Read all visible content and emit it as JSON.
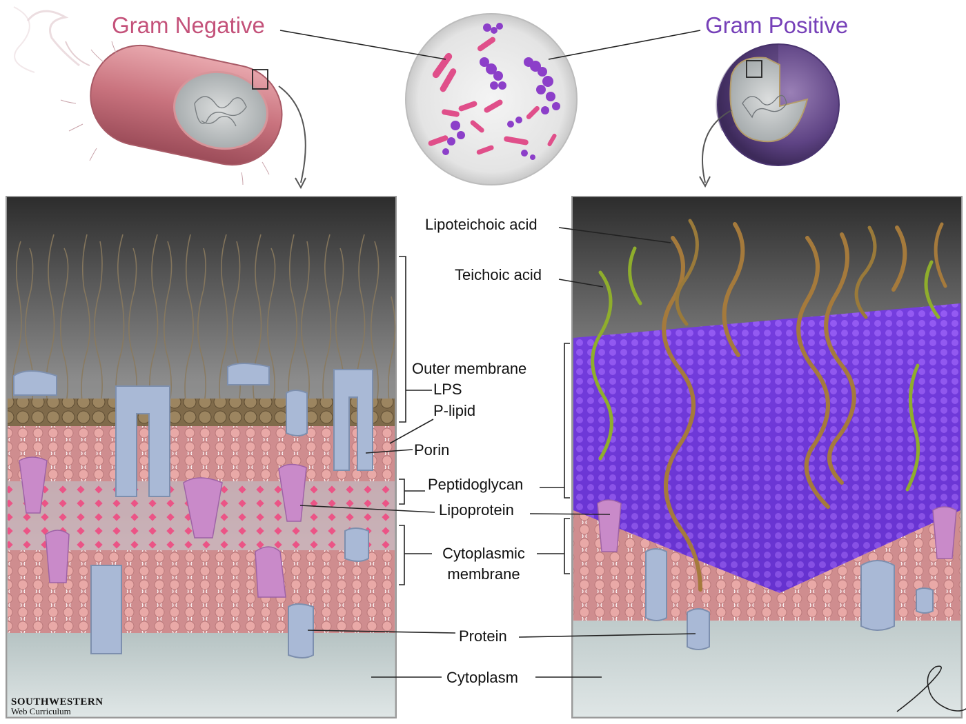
{
  "titles": {
    "gram_negative": "Gram Negative",
    "gram_positive": "Gram Positive"
  },
  "labels": {
    "lipoteichoic_acid": "Lipoteichoic acid",
    "teichoic_acid": "Teichoic acid",
    "outer_membrane": "Outer membrane",
    "lps": "LPS",
    "p_lipid": "P-lipid",
    "porin": "Porin",
    "peptidoglycan": "Peptidoglycan",
    "lipoprotein": "Lipoprotein",
    "cytoplasmic_membrane_line1": "Cytoplasmic",
    "cytoplasmic_membrane_line2": "membrane",
    "protein": "Protein",
    "cytoplasm": "Cytoplasm"
  },
  "credit": {
    "line1": "SOUTHWESTERN",
    "line2": "Web Curriculum"
  },
  "colors": {
    "gram_negative": "#c4527a",
    "gram_positive": "#7640b8",
    "peptidoglycan_pos": "#7b3fe0",
    "membrane_pink": "#d98a8c",
    "protein_blue": "#a9b9d6",
    "lps_brown": "#8a7a5e"
  }
}
